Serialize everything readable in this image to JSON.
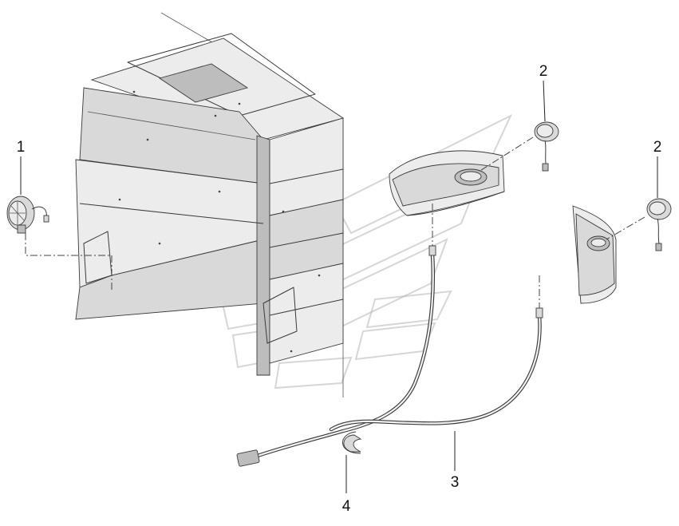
{
  "diagram": {
    "callouts": [
      {
        "id": "callout-1",
        "label": "1",
        "part": "work-lamp-left"
      },
      {
        "id": "callout-2a",
        "label": "2",
        "part": "side-marker-lamp-upper"
      },
      {
        "id": "callout-2b",
        "label": "2",
        "part": "side-marker-lamp-lower"
      },
      {
        "id": "callout-3",
        "label": "3",
        "part": "wiring-harness"
      },
      {
        "id": "callout-4",
        "label": "4",
        "part": "cable-clip"
      }
    ],
    "colors": {
      "line": "#3a3a3a",
      "panel_fill": "#d9d9d9",
      "watermark": "#b5b5b5"
    }
  }
}
